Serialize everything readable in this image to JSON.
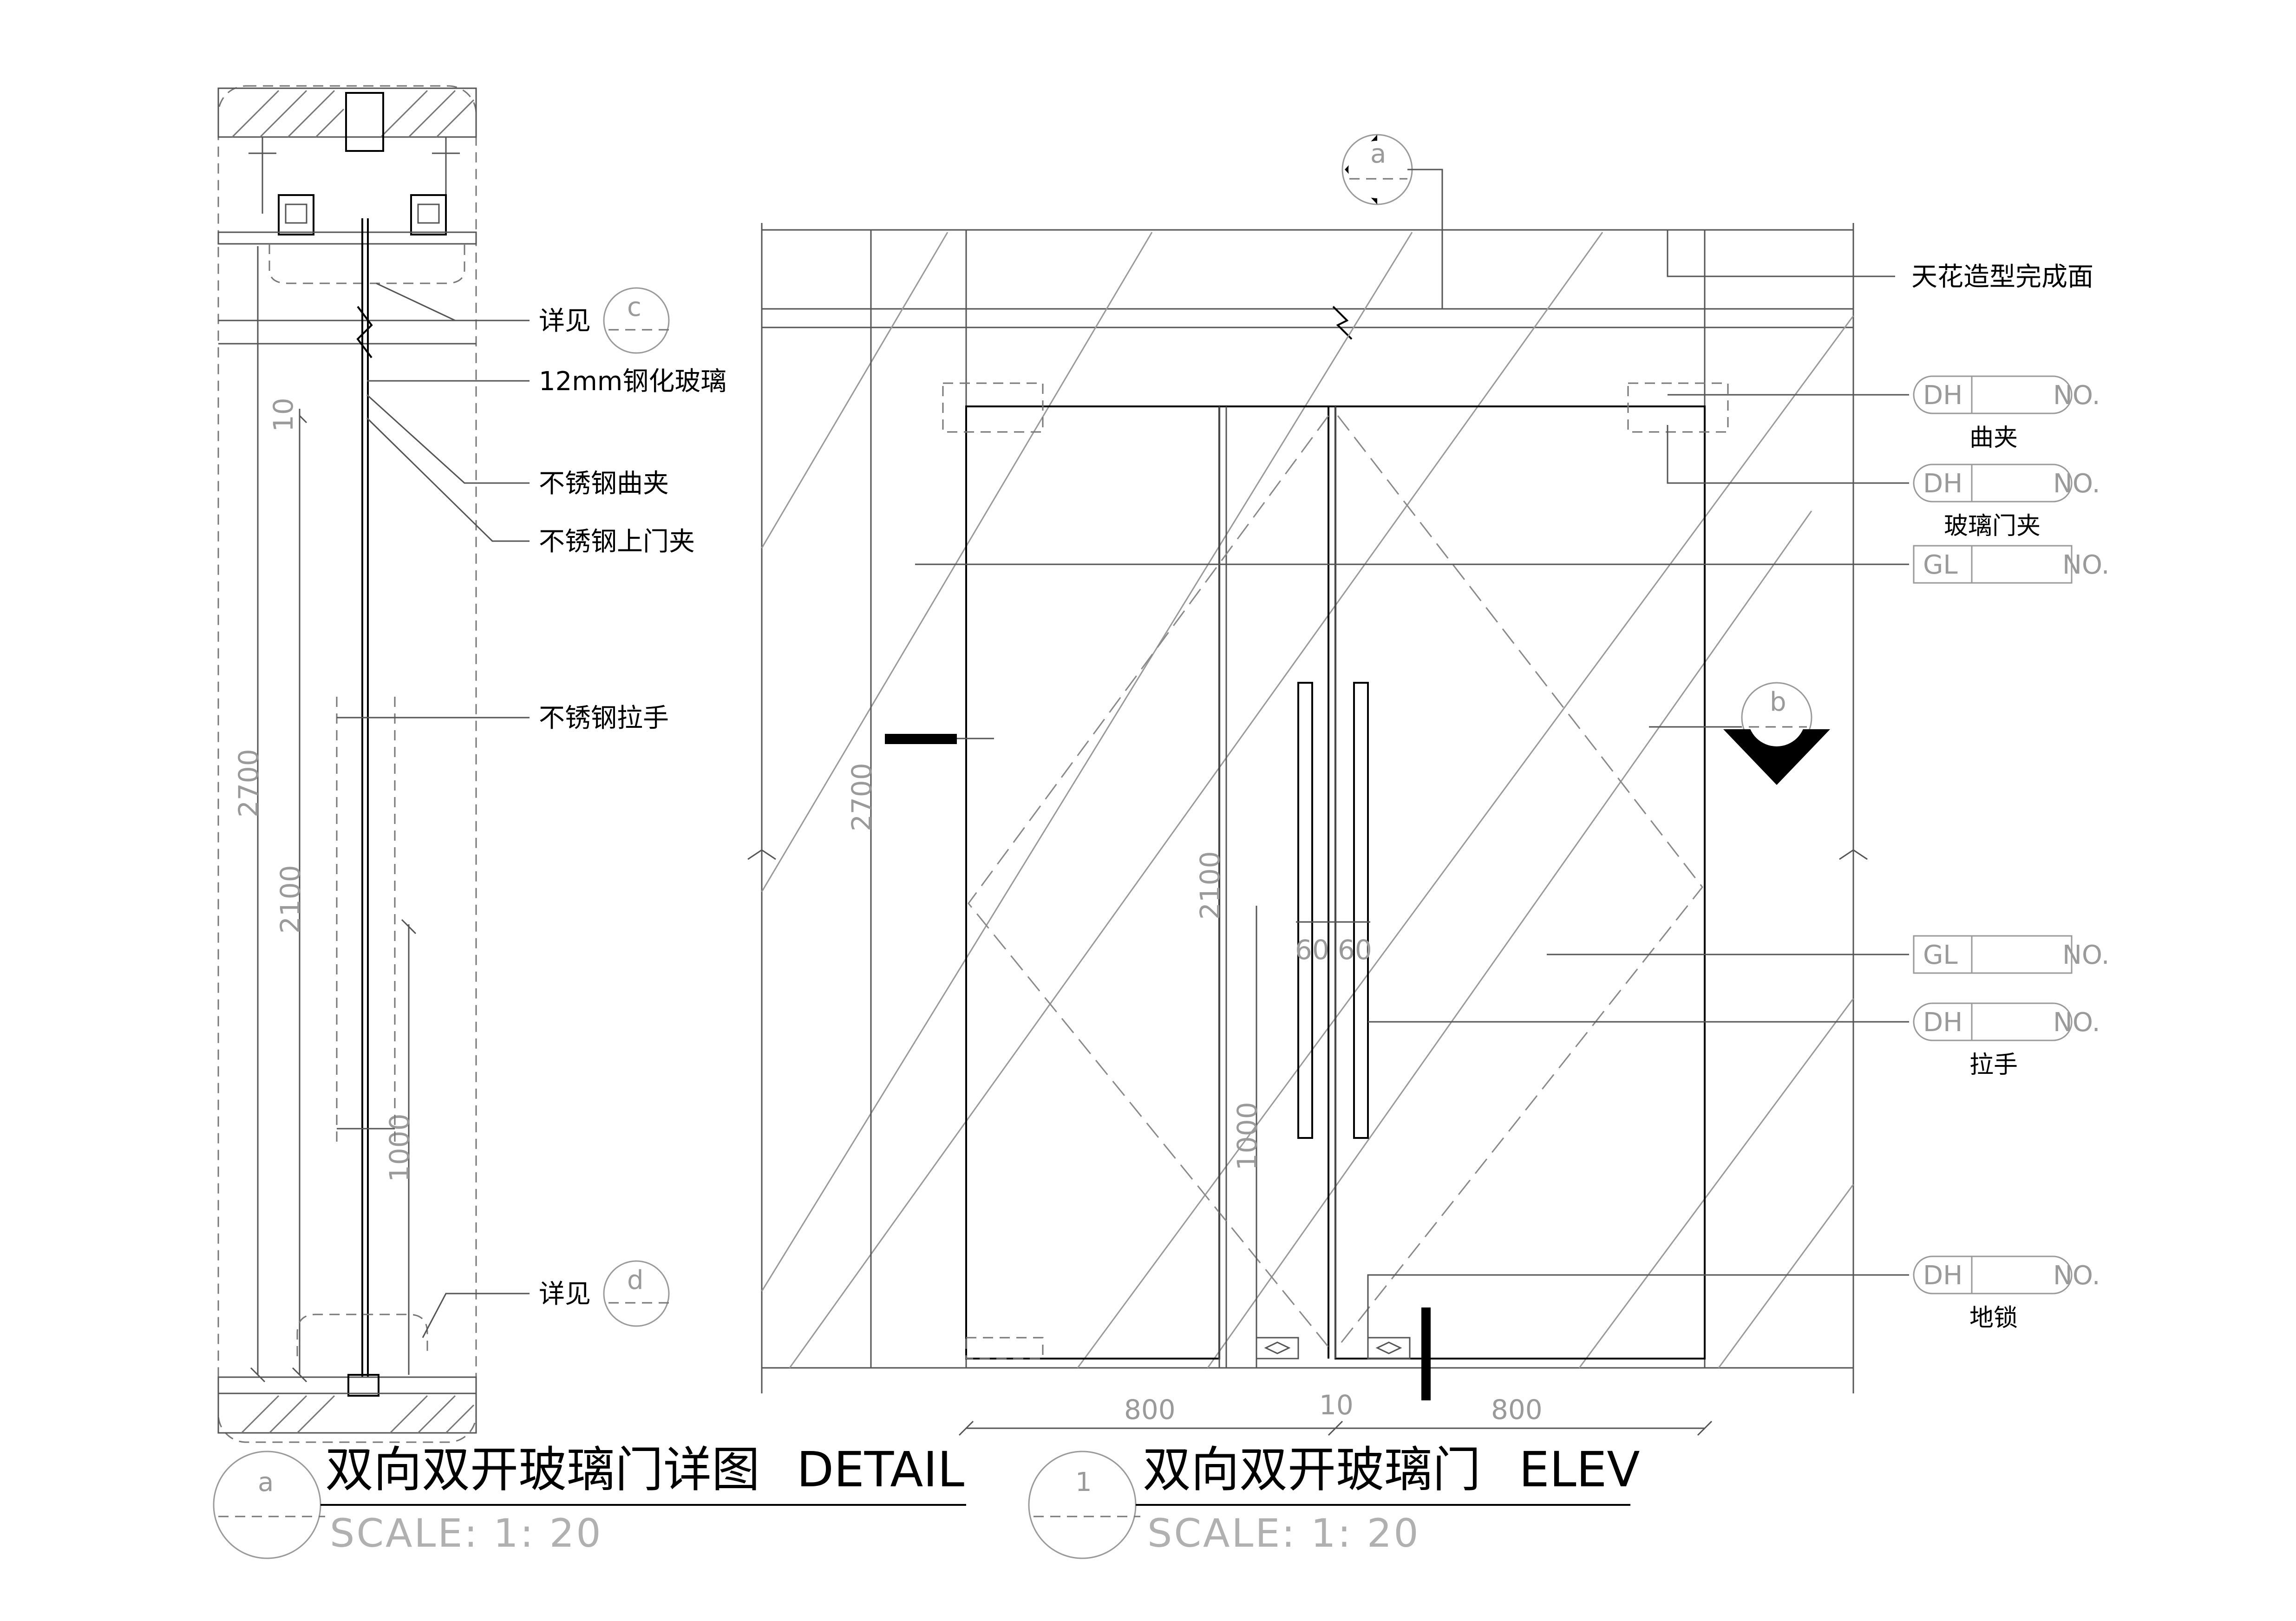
{
  "detail": {
    "annotations": {
      "see_c_label": "详见",
      "see_c_bubble": "c",
      "glass": "12mm钢化玻璃",
      "curve_clamp": "不锈钢曲夹",
      "top_clamp": "不锈钢上门夹",
      "handle": "不锈钢拉手",
      "see_d_label": "详见",
      "see_d_bubble": "d"
    },
    "dims": {
      "d10": "10",
      "d2700": "2700",
      "d2100": "2100",
      "d1000": "1000"
    },
    "title": {
      "bubble": "a",
      "name": "双向双开玻璃门详图",
      "english": "DETAIL",
      "scale": "SCALE: 1: 20"
    }
  },
  "elevation": {
    "section_a": "a",
    "section_b": "b",
    "ceiling_label": "天花造型完成面",
    "tags": [
      {
        "code": "DH",
        "no": "NO.",
        "name": "曲夹"
      },
      {
        "code": "DH",
        "no": "NO.",
        "name": "玻璃门夹"
      },
      {
        "code": "GL",
        "no": "NO.",
        "name": ""
      },
      {
        "code": "GL",
        "no": "NO.",
        "name": ""
      },
      {
        "code": "DH",
        "no": "NO.",
        "name": "拉手"
      },
      {
        "code": "DH",
        "no": "NO.",
        "name": "地锁"
      }
    ],
    "dims": {
      "d2700": "2700",
      "d2100": "2100",
      "d1000": "1000",
      "d60a": "60",
      "d60b": "60",
      "w800a": "800",
      "w10": "10",
      "w800b": "800"
    },
    "title": {
      "bubble": "1",
      "name": "双向双开玻璃门",
      "english": "ELEV",
      "scale": "SCALE: 1: 20"
    }
  }
}
